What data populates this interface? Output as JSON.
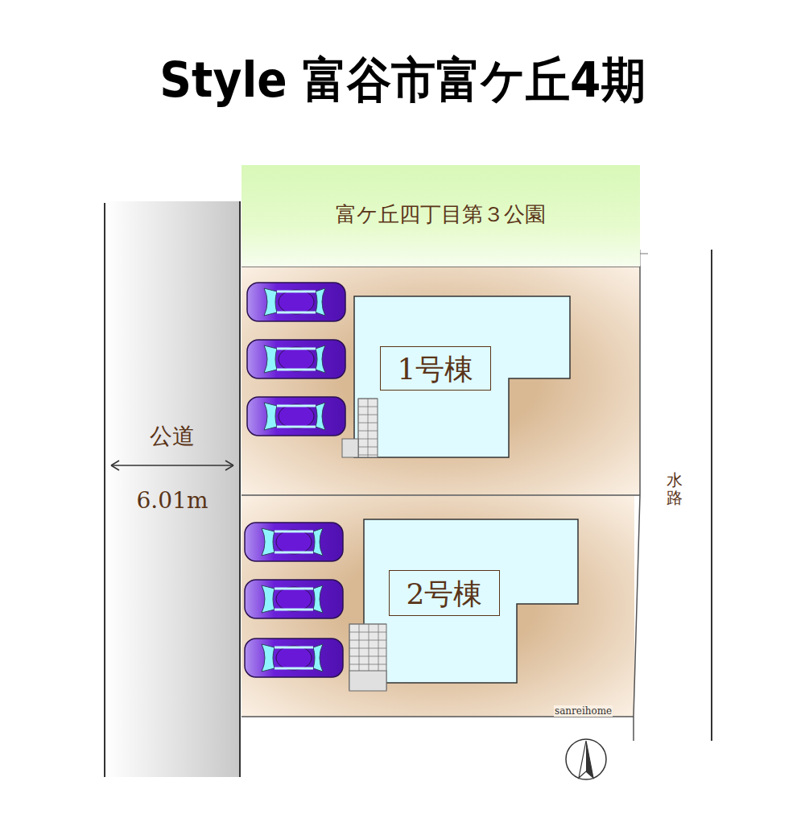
{
  "diagram": {
    "title": "Style 富谷市富ケ丘4期",
    "nodes": [
      {
        "text": [
          "富ケ丘四丁目第３公園"
        ]
      },
      {
        "text": [
          "公道"
        ]
      },
      {
        "text": [
          "1号棟"
        ]
      },
      {
        "text": [
          "2号棟"
        ]
      }
    ],
    "labels": [
      "6.01m",
      "水路",
      "sanreihome"
    ]
  }
}
